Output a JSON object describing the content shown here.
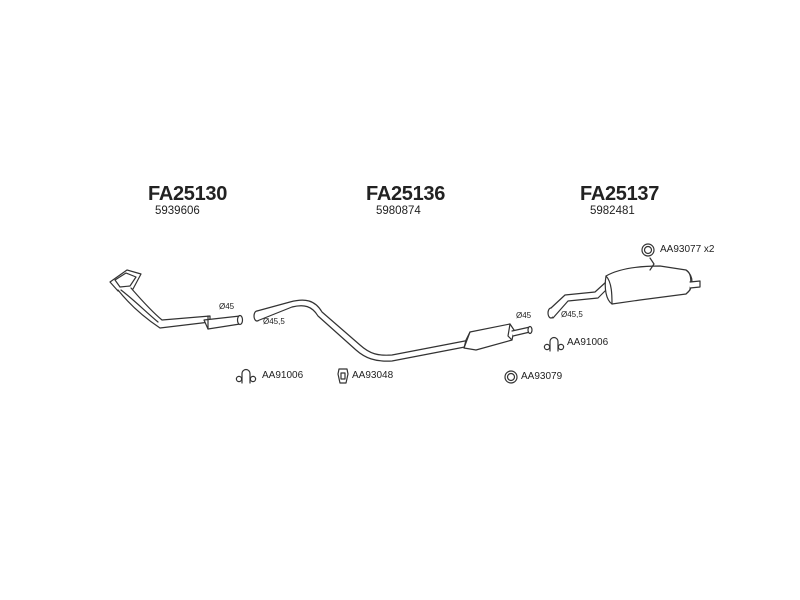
{
  "groups": [
    {
      "code": "FA25130",
      "oem": "5939606"
    },
    {
      "code": "FA25136",
      "oem": "5980874"
    },
    {
      "code": "FA25137",
      "oem": "5982481"
    }
  ],
  "fittings": [
    {
      "ref": "AA91006",
      "icon": "clamp-icon"
    },
    {
      "ref": "AA93048",
      "icon": "rubber-mount-icon"
    },
    {
      "ref": "AA93079",
      "icon": "ring-gasket-icon"
    },
    {
      "ref": "AA91006",
      "icon": "clamp-icon"
    },
    {
      "ref": "AA93077 x2",
      "icon": "ring-gasket-icon"
    }
  ],
  "dimensions": [
    "Ø45",
    "Ø45,5",
    "Ø45",
    "Ø45,5"
  ],
  "colors": {
    "line": "#333333",
    "text": "#222222",
    "background": "#ffffff"
  }
}
